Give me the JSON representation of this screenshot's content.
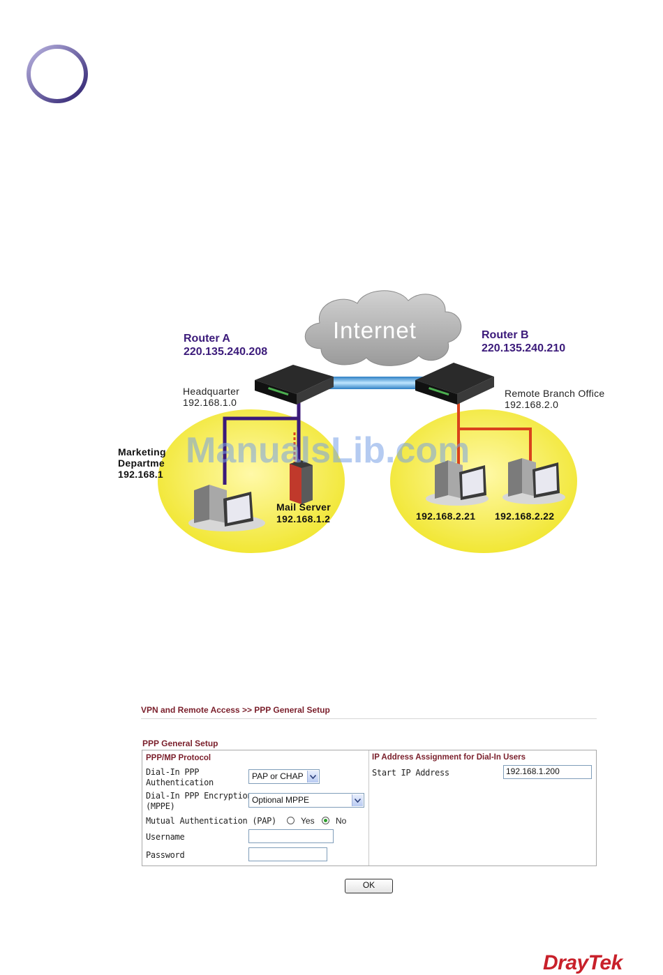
{
  "diagram": {
    "internet_label": "Internet",
    "router_a": {
      "name": "Router A",
      "ip": "220.135.240.208"
    },
    "router_b": {
      "name": "Router B",
      "ip": "220.135.240.210"
    },
    "headquarter": {
      "name": "Headquarter",
      "subnet": "192.168.1.0"
    },
    "remote_branch": {
      "name": "Remote Branch Office",
      "subnet": "192.168.2.0"
    },
    "marketing": {
      "line1": "Marketing",
      "line2": "Departme",
      "line3": "192.168.1"
    },
    "mail_server": {
      "name": "Mail Server",
      "ip": "192.168.1.2"
    },
    "pc_1": "192.168.2.21",
    "pc_2": "192.168.2.22",
    "watermark": "ManualsLib.com"
  },
  "form": {
    "breadcrumb": "VPN and Remote Access >> PPP General Setup",
    "section_title": "PPP General Setup",
    "left_panel_title": "PPP/MP Protocol",
    "right_panel_title": "IP Address Assignment for Dial-In Users",
    "auth_label_1": "Dial-In PPP",
    "auth_label_2": "Authentication",
    "auth_value": "PAP or CHAP",
    "enc_label_1": "Dial-In PPP Encryption",
    "enc_label_2": "(MPPE)",
    "enc_value": "Optional MPPE",
    "mutual_label": "Mutual Authentication (PAP)",
    "yes_label": "Yes",
    "no_label": "No",
    "mutual_selected": "No",
    "username_label": "Username",
    "username_value": "",
    "password_label": "Password",
    "password_value": "",
    "start_ip_label": "Start IP Address",
    "start_ip_value": "192.168.1.200",
    "ok_label": "OK"
  },
  "brand": "DrayTek",
  "colors": {
    "router_label": "#3b1a7a",
    "form_title": "#7a1f2b",
    "brand": "#c8202a",
    "lan_ellipse": "#f3ee3c",
    "hq_cable": "#3b1a7a",
    "branch_cable": "#d9421c",
    "vpn_tunnel": "#4fa8e0"
  }
}
